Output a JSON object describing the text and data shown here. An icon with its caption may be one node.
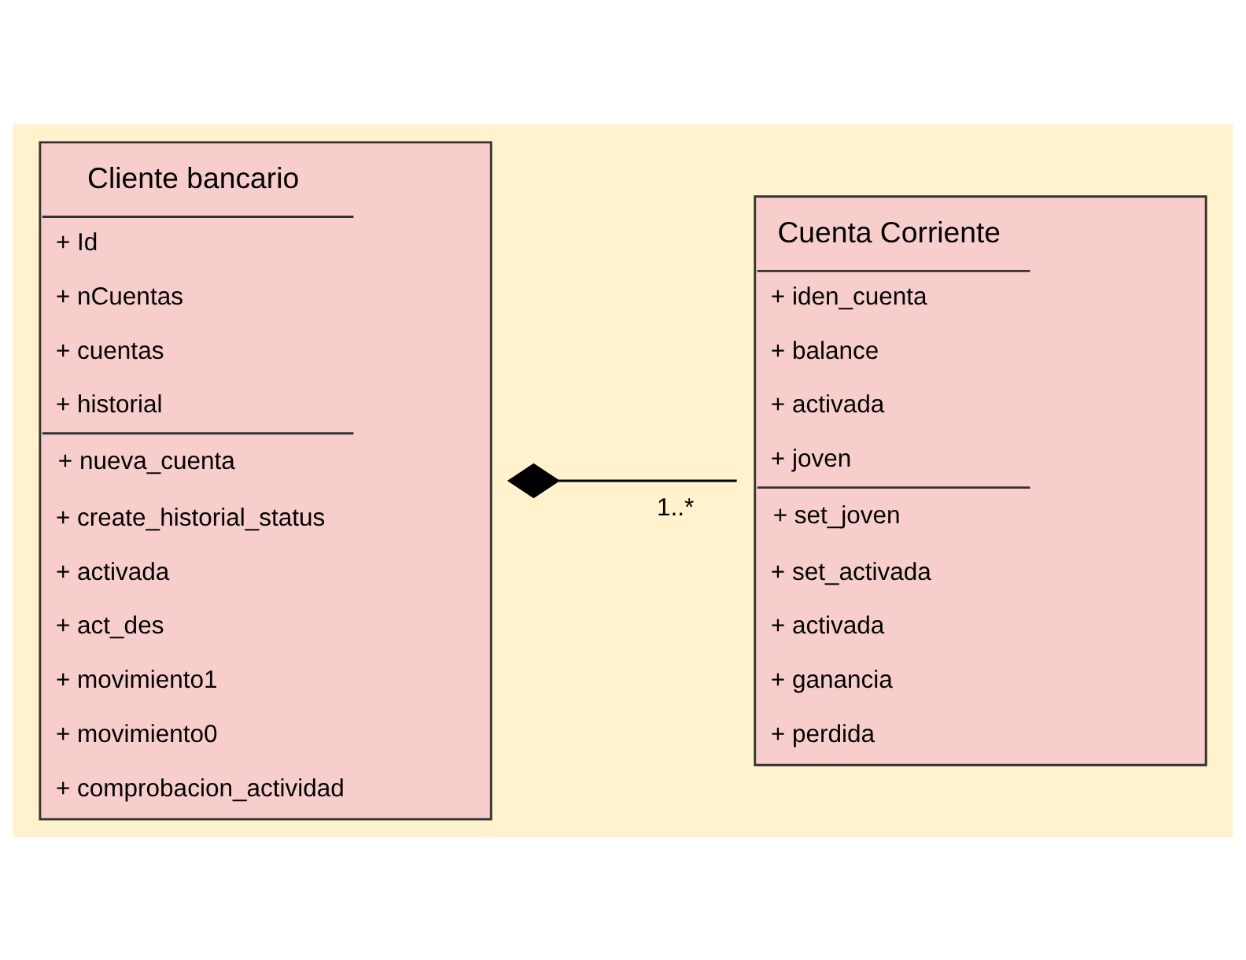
{
  "diagram": {
    "nodes": [
      {
        "text": [
          "Cliente bancario",
          "+ Id",
          "+ nCuentas",
          "+ cuentas",
          "+ historial",
          "+ nueva_cuenta",
          "+ create_historial_status",
          "+ activada",
          "+ act_des",
          "+ movimiento1",
          "+ movimiento0",
          "+ comprobacion_actividad"
        ]
      },
      {
        "text": [
          "Cuenta Corriente",
          "+ iden_cuenta",
          "+ balance",
          "+ activada",
          "+ joven",
          "+ set_joven",
          "+ set_activada",
          "+ activada",
          "+ ganancia",
          "+ perdida"
        ]
      }
    ],
    "edges": [
      {
        "from": 0,
        "to": 1,
        "arrow": "other",
        "label": "1..*"
      }
    ]
  }
}
